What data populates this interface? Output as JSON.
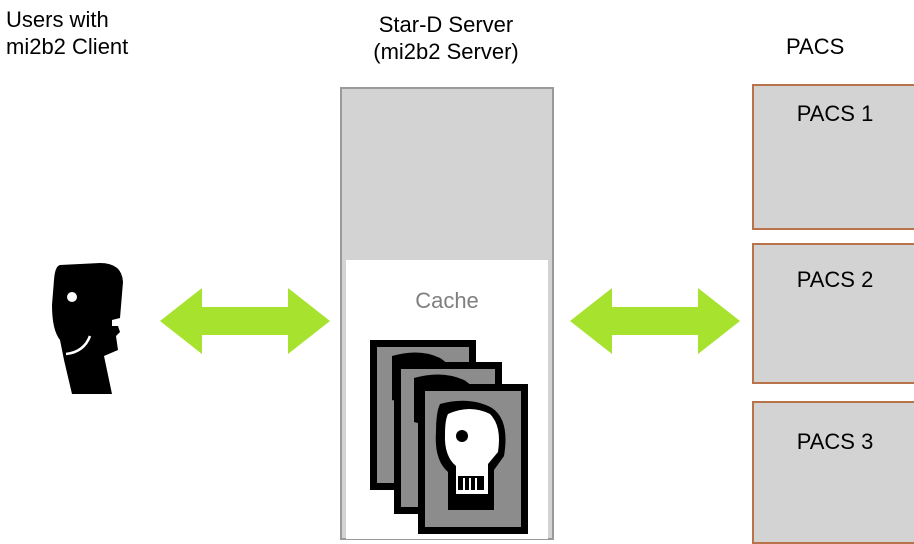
{
  "users": {
    "title_line1": "Users with",
    "title_line2": "mi2b2 Client"
  },
  "server": {
    "title_line1": "Star-D Server",
    "title_line2": "(mi2b2 Server)"
  },
  "cache": {
    "label": "Cache"
  },
  "pacs": {
    "title": "PACS",
    "items": [
      {
        "label": "PACS 1"
      },
      {
        "label": "PACS 2"
      },
      {
        "label": "PACS 3"
      }
    ]
  },
  "colors": {
    "arrow": "#a6e22e",
    "server_fill": "#d3d3d3",
    "pacs_border": "#b8734a",
    "cache_text": "#7f7f7f"
  },
  "icons": [
    "user-head-icon",
    "double-arrow-icon",
    "xray-film-icon"
  ]
}
